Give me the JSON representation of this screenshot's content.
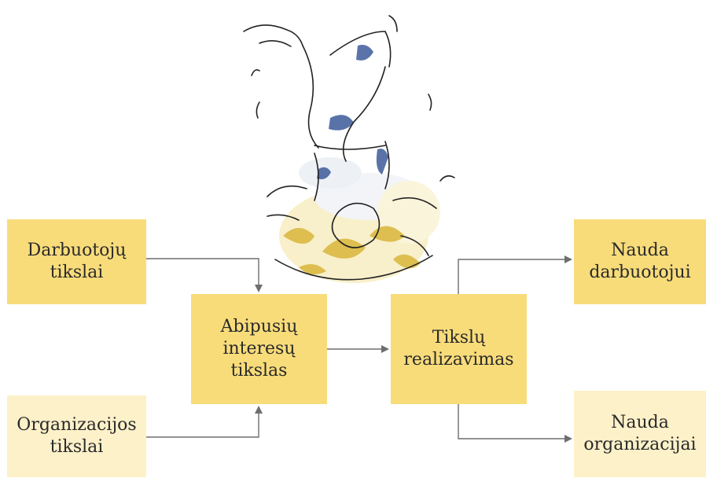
{
  "colors": {
    "strong_box": "#f8dc7a",
    "light_box": "#fdf1c9",
    "arrow": "#6e6e6e",
    "text": "#2a2a2a"
  },
  "illustration": {
    "icon": "handstand-sketch-illustration"
  },
  "boxes": {
    "employee_goals": "Darbuotojų\ntikslai",
    "organization_goals": "Organizacijos\ntikslai",
    "mutual_goal": "Abipusių\ninteresų\ntikslas",
    "goal_realization": "Tikslų\nrealizavimas",
    "employee_benefit": "Nauda\ndarbuotojui",
    "organization_benefit": "Nauda\norganizacijai"
  }
}
